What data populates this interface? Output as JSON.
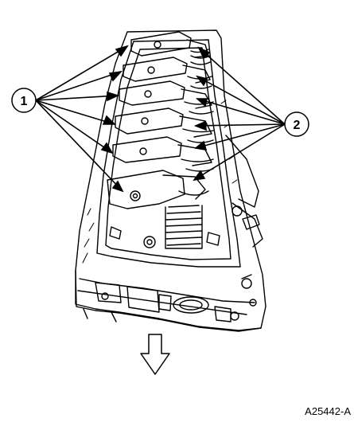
{
  "figure": {
    "callouts": [
      {
        "id": "callout-1",
        "label": "1"
      },
      {
        "id": "callout-2",
        "label": "2"
      }
    ],
    "figure_id": "A25442-A",
    "colors": {
      "line": "#000000",
      "background": "#ffffff"
    }
  }
}
